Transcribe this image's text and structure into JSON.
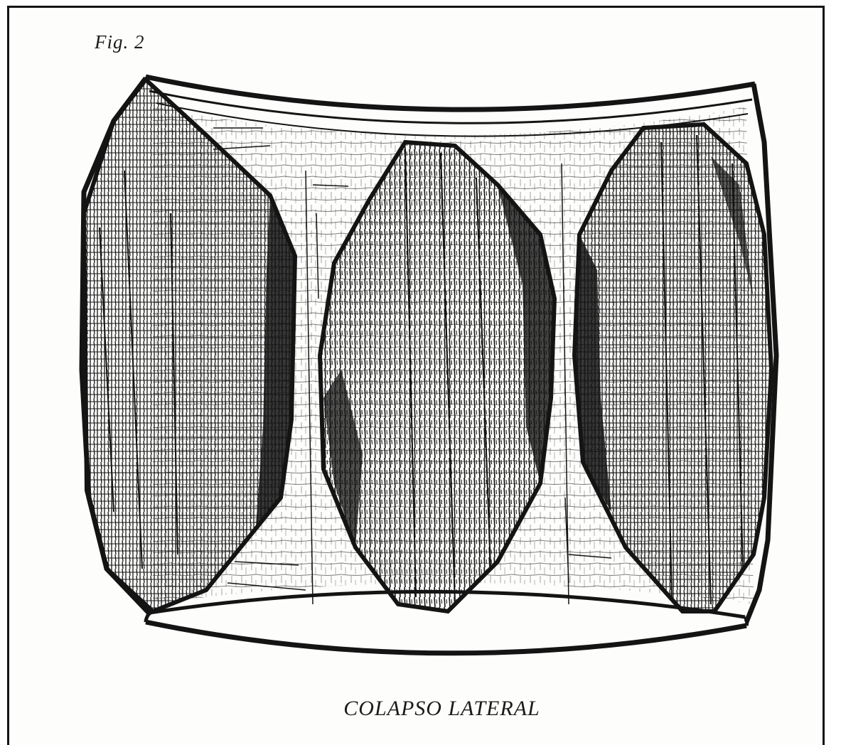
{
  "figure": {
    "label": "Fig. 2",
    "caption": "COLAPSO LATERAL"
  },
  "illustration": {
    "subject": "vertebra-lateral-collapse",
    "ink_color": "#141414",
    "paper_color": "#fdfdfb"
  }
}
